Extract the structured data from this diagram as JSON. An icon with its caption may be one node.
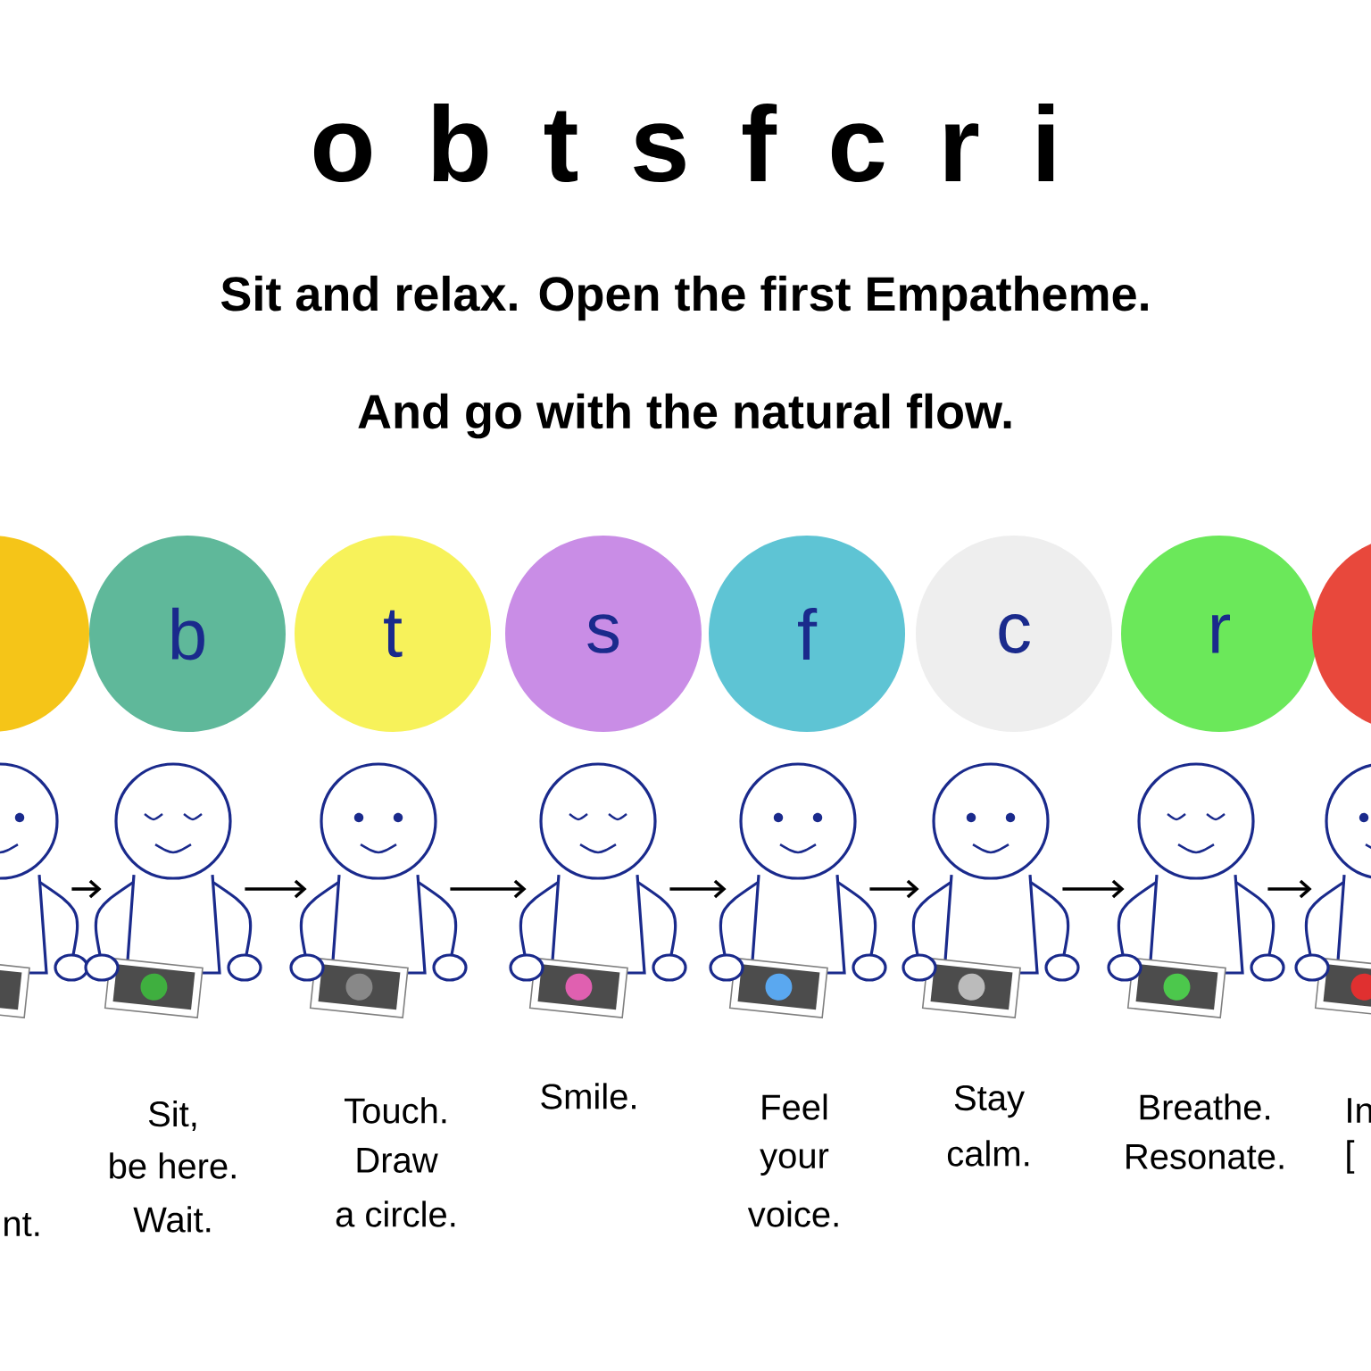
{
  "diagram": {
    "title": "o b t s f c r i",
    "nodes": [
      {
        "text": [],
        "shape": "circle"
      },
      {
        "text": [
          "b"
        ]
      },
      {
        "text": [
          "t"
        ]
      },
      {
        "text": [
          "s"
        ]
      },
      {
        "text": [
          "f"
        ]
      },
      {
        "text": [
          "c"
        ]
      },
      {
        "text": [
          "r"
        ]
      },
      {
        "text": [],
        "shape": "circle"
      },
      {
        "text": [],
        "shape": "person"
      },
      {
        "text": [],
        "shape": "person",
        "beside": [
          "Sit,",
          "be here.",
          "Wait."
        ]
      },
      {
        "text": [],
        "shape": "person",
        "beside": [
          "Touch.",
          "Draw",
          "a circle."
        ]
      },
      {
        "text": [],
        "shape": "person",
        "beside": [
          "Smile."
        ]
      },
      {
        "text": [],
        "shape": "person",
        "beside": [
          "Feel",
          "your",
          "voice."
        ]
      },
      {
        "text": [],
        "shape": "person",
        "beside": [
          "Stay",
          "calm."
        ]
      },
      {
        "text": [],
        "shape": "person",
        "beside": [
          "Breathe.",
          "Resonate."
        ]
      },
      {
        "text": [],
        "shape": "person",
        "beside": [
          "In",
          "["
        ]
      }
    ],
    "edges": [
      {
        "from": 8,
        "to": 9,
        "arrow": "to"
      },
      {
        "from": 9,
        "to": 10,
        "arrow": "to"
      },
      {
        "from": 10,
        "to": 11,
        "arrow": "to"
      },
      {
        "from": 11,
        "to": 12,
        "arrow": "to"
      },
      {
        "from": 12,
        "to": 13,
        "arrow": "to"
      },
      {
        "from": 13,
        "to": 14,
        "arrow": "to"
      },
      {
        "from": 14,
        "to": 15,
        "arrow": "to"
      }
    ],
    "labels": [
      "Sit and relax. Open the first Empatheme.",
      "And go with the natural flow.",
      "nt."
    ]
  }
}
